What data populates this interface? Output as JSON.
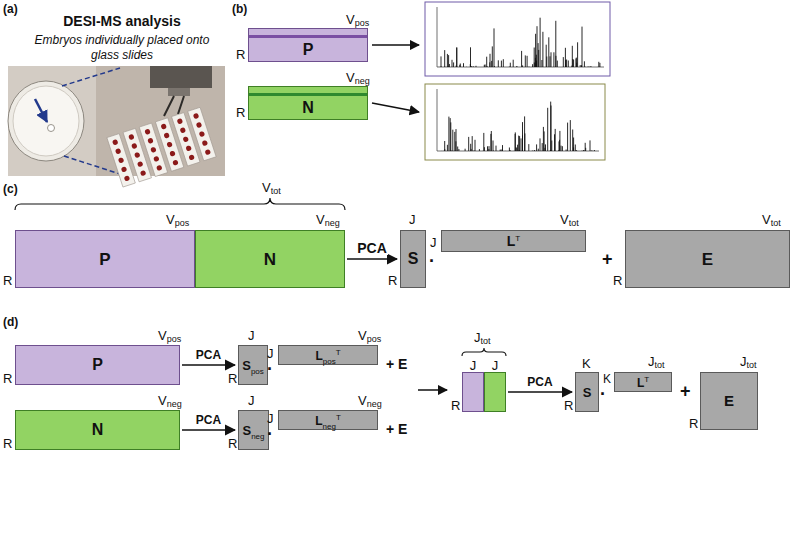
{
  "diagram": {
    "nodes": [
      {
        "text": [
          "P"
        ]
      },
      {
        "text": [
          "N"
        ]
      },
      {
        "text": [
          "P"
        ]
      },
      {
        "text": [
          "N"
        ]
      },
      {
        "text": [
          "S"
        ]
      },
      {
        "text": [
          "L",
          "T"
        ]
      },
      {
        "text": [
          "E"
        ]
      },
      {
        "text": [
          "P"
        ]
      },
      {
        "text": [
          "S",
          "pos"
        ]
      },
      {
        "text": [
          "L",
          "pos",
          "T"
        ]
      },
      {
        "text": [
          "N"
        ]
      },
      {
        "text": [
          "S",
          "neg"
        ]
      },
      {
        "text": [
          "L",
          "neg",
          "T"
        ]
      },
      {
        "text": [
          "J"
        ]
      },
      {
        "text": [
          "J"
        ]
      },
      {
        "text": [
          "S"
        ]
      },
      {
        "text": [
          "L",
          "T"
        ]
      },
      {
        "text": [
          "E"
        ]
      }
    ],
    "edges": [
      {
        "from": 3,
        "to": 4,
        "label": "PCA",
        "arrow": "to"
      },
      {
        "from": 7,
        "to": 8,
        "label": "PCA",
        "arrow": "to"
      },
      {
        "from": 10,
        "to": 11,
        "label": "PCA",
        "arrow": "to"
      },
      {
        "from": 14,
        "to": 15,
        "label": "PCA",
        "arrow": "to"
      }
    ],
    "labels": [
      "(a)",
      "DESI-MS analysis",
      "Embryos individually placed onto glass slides",
      "(b)",
      "V",
      "pos",
      "R",
      "V",
      "neg",
      "R",
      "(c)",
      "V",
      "tot",
      "V",
      "pos",
      "V",
      "neg",
      "R",
      "J",
      "R",
      "·",
      "J",
      "V",
      "tot",
      "+",
      "R",
      "V",
      "tot",
      "(d)",
      "V",
      "pos",
      "R",
      "J",
      "R",
      "·",
      "J",
      "V",
      "pos",
      "+ E",
      "V",
      "neg",
      "R",
      "J",
      "R",
      "·",
      "J",
      "V",
      "neg",
      "+ E",
      "J",
      "tot",
      "R",
      "K",
      "R",
      "·",
      "K",
      "J",
      "tot",
      "+",
      "J",
      "tot",
      "R"
    ]
  }
}
